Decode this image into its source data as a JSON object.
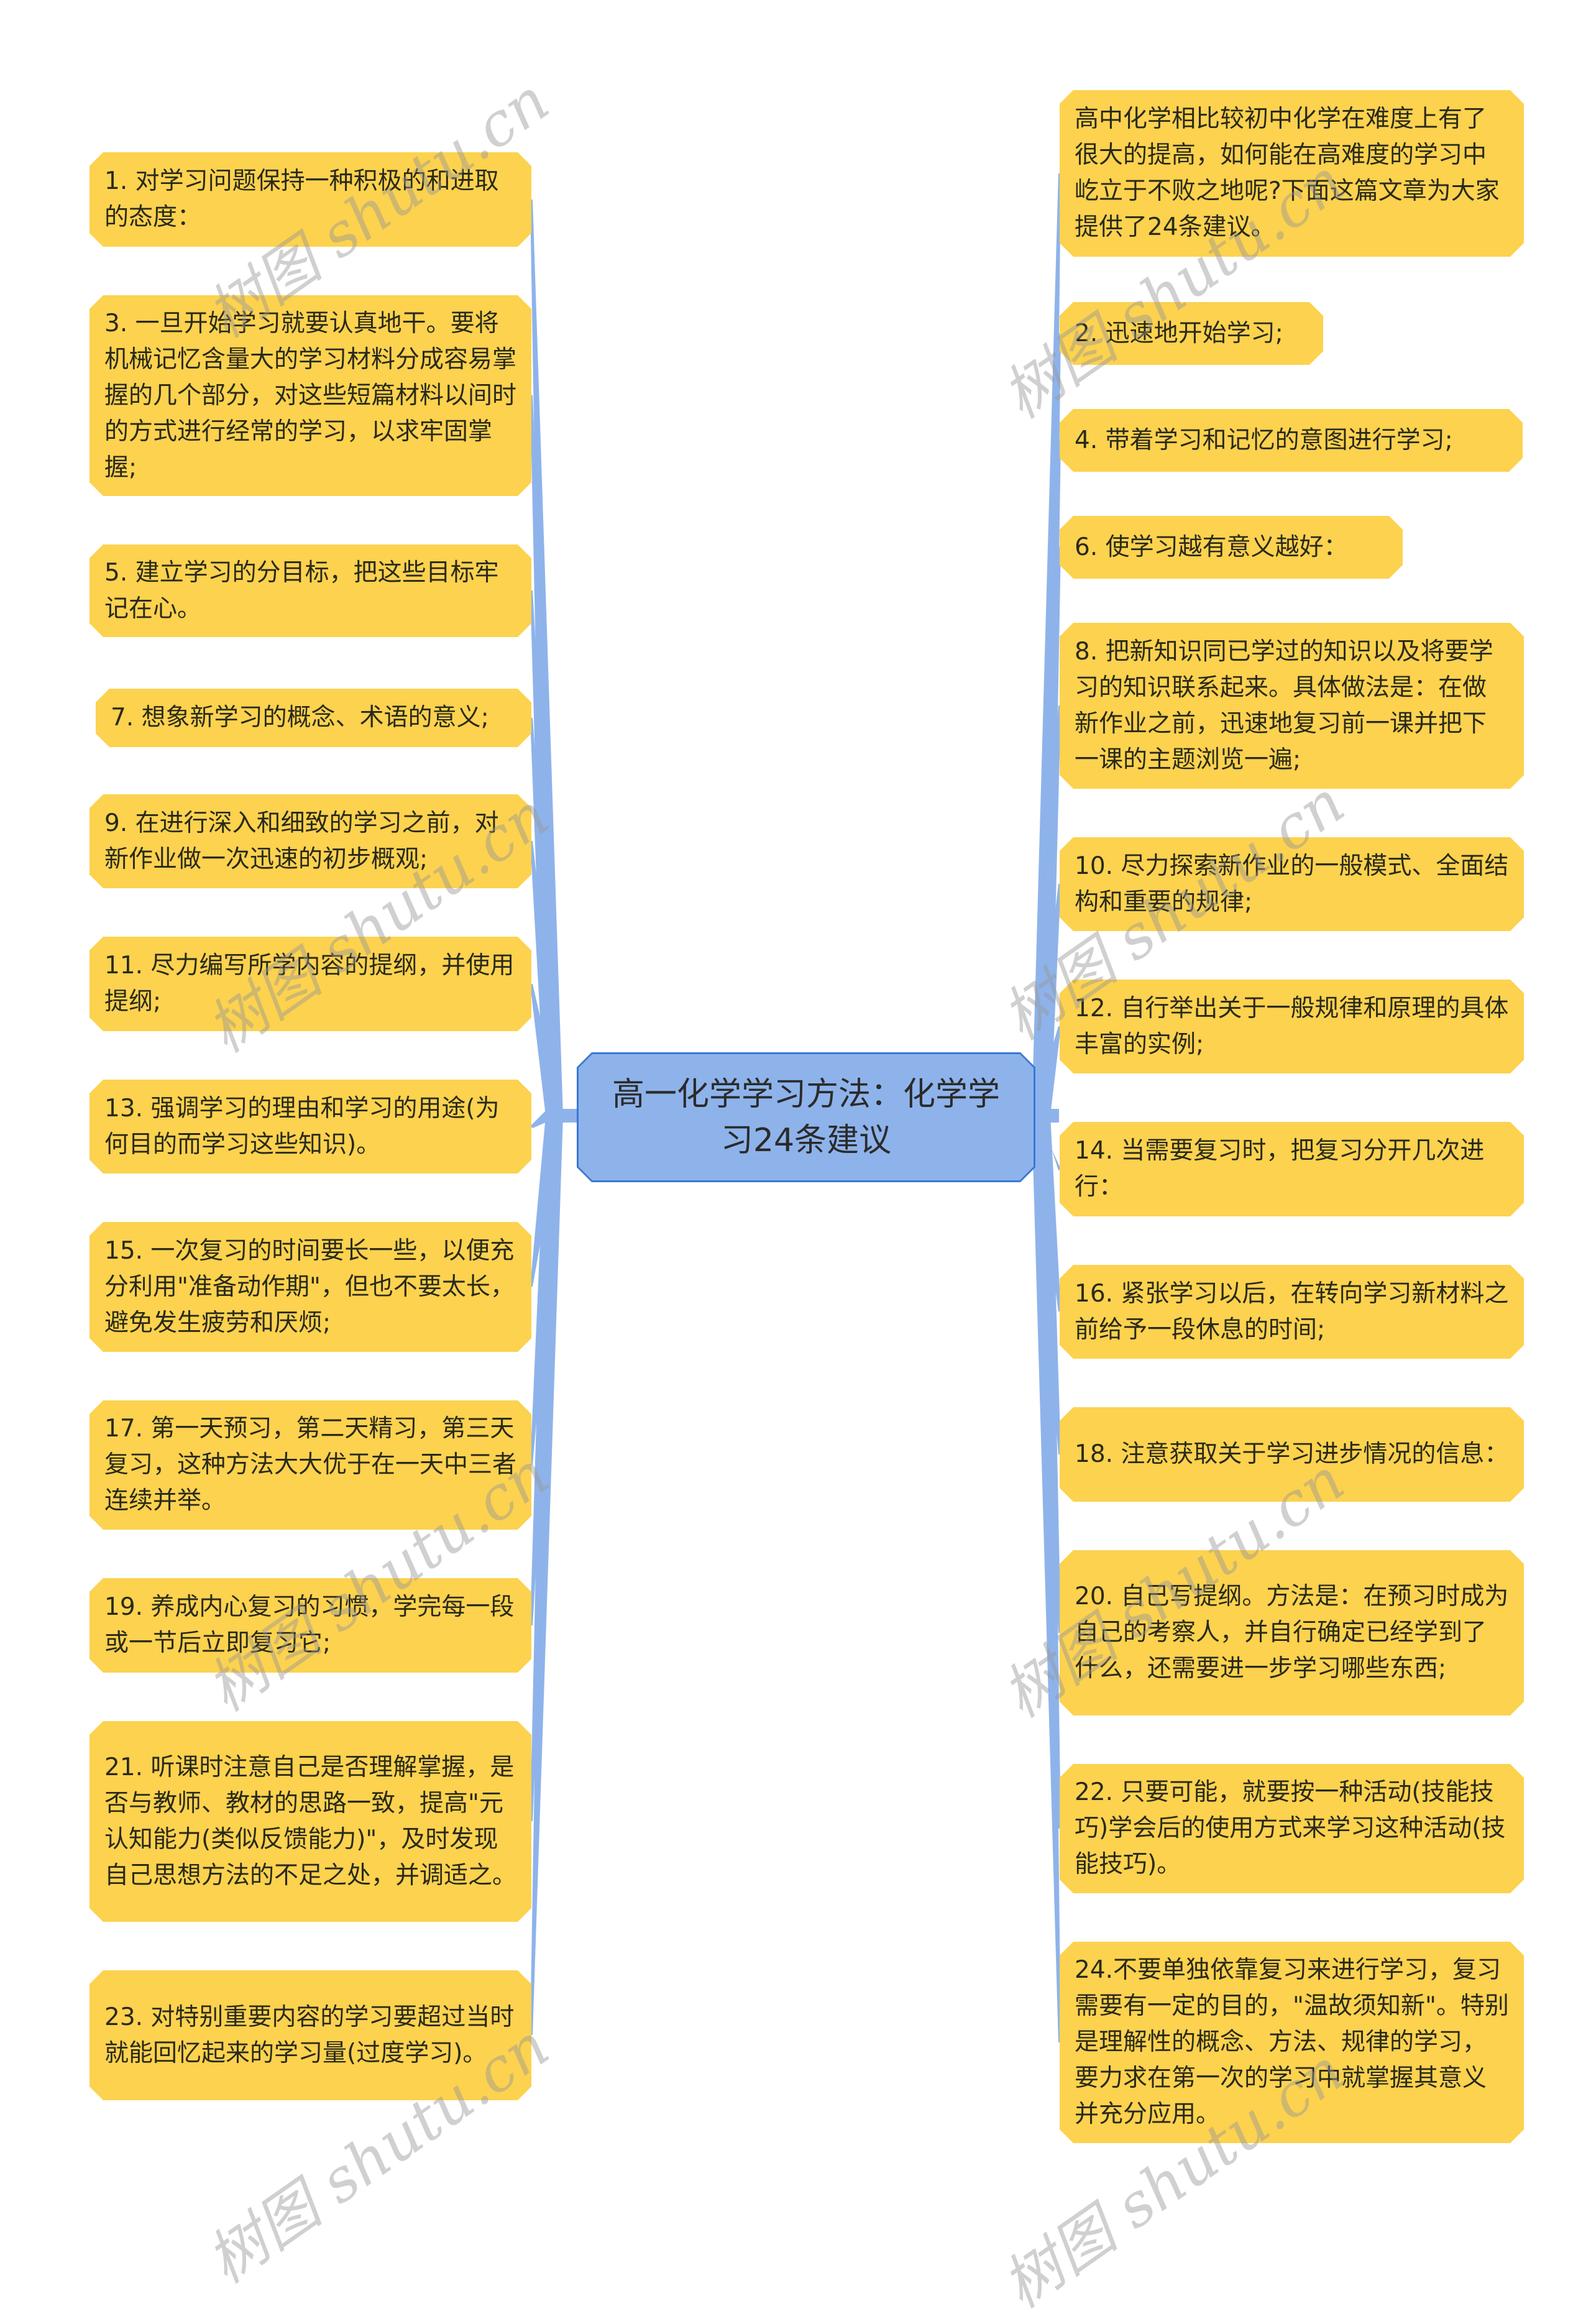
{
  "center": {
    "title": "高一化学学习方法：化学学习24条建议"
  },
  "left_nodes": [
    {
      "text": "1. 对学习问题保持一种积极的和进取的态度："
    },
    {
      "text": "3. 一旦开始学习就要认真地干。要将机械记忆含量大的学习材料分成容易掌握的几个部分，对这些短篇材料以间时的方式进行经常的学习，以求牢固掌握;"
    },
    {
      "text": "5. 建立学习的分目标，把这些目标牢记在心。"
    },
    {
      "text": "7. 想象新学习的概念、术语的意义;"
    },
    {
      "text": "9. 在进行深入和细致的学习之前，对新作业做一次迅速的初步概观;"
    },
    {
      "text": "11. 尽力编写所学内容的提纲，并使用提纲;"
    },
    {
      "text": "13. 强调学习的理由和学习的用途(为何目的而学习这些知识)。"
    },
    {
      "text": "15. 一次复习的时间要长一些，以便充分利用\"准备动作期\"，但也不要太长，避免发生疲劳和厌烦;"
    },
    {
      "text": "17. 第一天预习，第二天精习，第三天复习，这种方法大大优于在一天中三者连续并举。"
    },
    {
      "text": "19. 养成内心复习的习惯，学完每一段或一节后立即复习它;"
    },
    {
      "text": "21. 听课时注意自己是否理解掌握，是否与教师、教材的思路一致，提高\"元认知能力(类似反馈能力)\"，及时发现自己思想方法的不足之处，并调适之。"
    },
    {
      "text": "23. 对特别重要内容的学习要超过当时就能回忆起来的学习量(过度学习)。"
    }
  ],
  "right_nodes": [
    {
      "text": "高中化学相比较初中化学在难度上有了很大的提高，如何能在高难度的学习中屹立于不败之地呢?下面这篇文章为大家提供了24条建议。"
    },
    {
      "text": "2. 迅速地开始学习;"
    },
    {
      "text": "4. 带着学习和记忆的意图进行学习;"
    },
    {
      "text": "6. 使学习越有意义越好："
    },
    {
      "text": "8. 把新知识同已学过的知识以及将要学习的知识联系起来。具体做法是：在做新作业之前，迅速地复习前一课并把下一课的主题浏览一遍;"
    },
    {
      "text": "10. 尽力探索新作业的一般模式、全面结构和重要的规律;"
    },
    {
      "text": "12. 自行举出关于一般规律和原理的具体丰富的实例;"
    },
    {
      "text": "14. 当需要复习时，把复习分开几次进行："
    },
    {
      "text": "16. 紧张学习以后，在转向学习新材料之前给予一段休息的时间;"
    },
    {
      "text": "18. 注意获取关于学习进步情况的信息："
    },
    {
      "text": "20. 自己写提纲。方法是：在预习时成为自己的考察人，并自行确定已经学到了什么，还需要进一步学习哪些东西;"
    },
    {
      "text": "22. 只要可能，就要按一种活动(技能技巧)学会后的使用方式来学习这种活动(技能技巧)。"
    },
    {
      "text": "24.不要单独依靠复习来进行学习，复习需要有一定的目的，\"温故须知新\"。特别是理解性的概念、方法、规律的学习，要力求在第一次的学习中就掌握其意义并充分应用。"
    }
  ],
  "watermark": {
    "text": "树图 shutu.cn"
  },
  "colors": {
    "node_fill": "#FCD24F",
    "center_fill": "#8EB3EB",
    "center_border": "#3A78D4",
    "connector": "#8EB3EB",
    "text": "#2a2a1a"
  }
}
